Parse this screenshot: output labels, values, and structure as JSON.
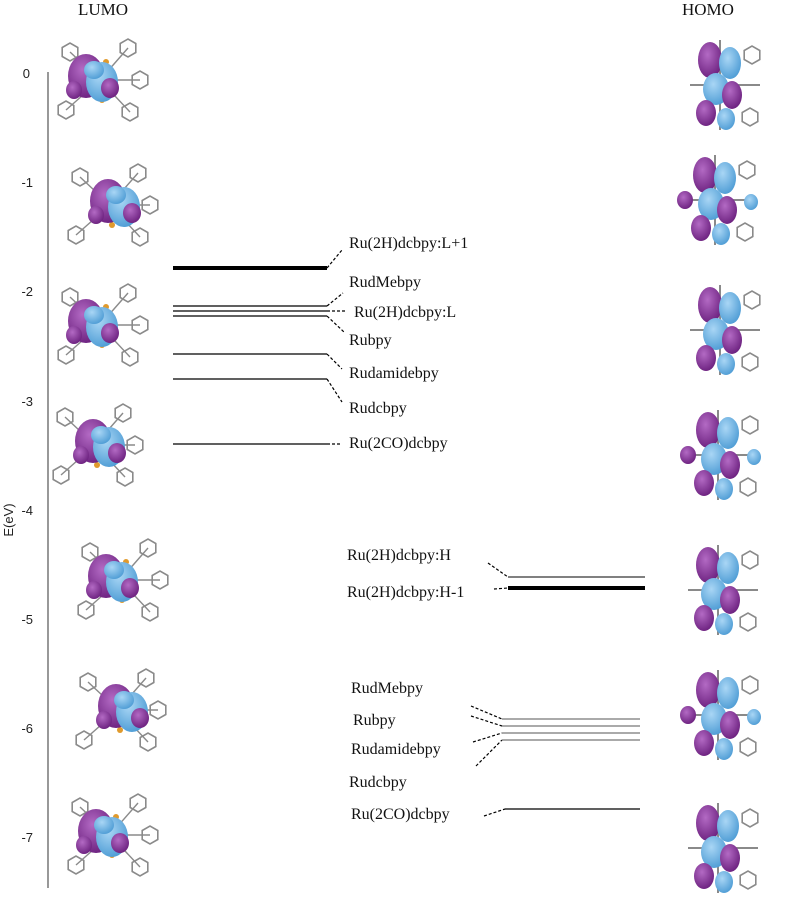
{
  "headers": {
    "lumo": "LUMO",
    "homo": "HOMO"
  },
  "axis": {
    "label": "E(eV)",
    "ticks": [
      "0",
      "-1",
      "-2",
      "-3",
      "-4",
      "-5",
      "-6",
      "-7"
    ]
  },
  "lumo_levels": [
    {
      "label": "Ru(2H)dcbpy:L+1",
      "energy": -1.78,
      "bold": true
    },
    {
      "label": "RudMebpy",
      "energy": -2.13,
      "bold": false
    },
    {
      "label": "Ru(2H)dcbpy:L",
      "energy": -2.17,
      "bold": false
    },
    {
      "label": "Rubpy",
      "energy": -2.21,
      "bold": false
    },
    {
      "label": "Rudamidebpy",
      "energy": -2.59,
      "bold": false
    },
    {
      "label": "Rudcbpy",
      "energy": -2.82,
      "bold": false
    },
    {
      "label": "Ru(2CO)dcbpy",
      "energy": -3.41,
      "bold": false
    }
  ],
  "homo_levels": [
    {
      "label": "Ru(2H)dcbpy:H",
      "energy": -4.65,
      "bold": false
    },
    {
      "label": "Ru(2H)dcbpy:H-1",
      "energy": -4.73,
      "bold": true
    },
    {
      "label": "RudMebpy",
      "energy": -5.95,
      "bold": false
    },
    {
      "label": "Rubpy",
      "energy": -6.01,
      "bold": false
    },
    {
      "label": "Rudamidebpy",
      "energy": -6.07,
      "bold": false
    },
    {
      "label": "Rudcbpy",
      "energy": -6.13,
      "bold": false
    },
    {
      "label": "Ru(2CO)dcbpy",
      "energy": -6.76,
      "bold": false
    }
  ],
  "orbital_colors": {
    "lobe_a": "#7a2a8e",
    "lobe_b": "#6fb3e4",
    "bond": "#8a8a8a",
    "p_atom": "#e09a2c"
  }
}
